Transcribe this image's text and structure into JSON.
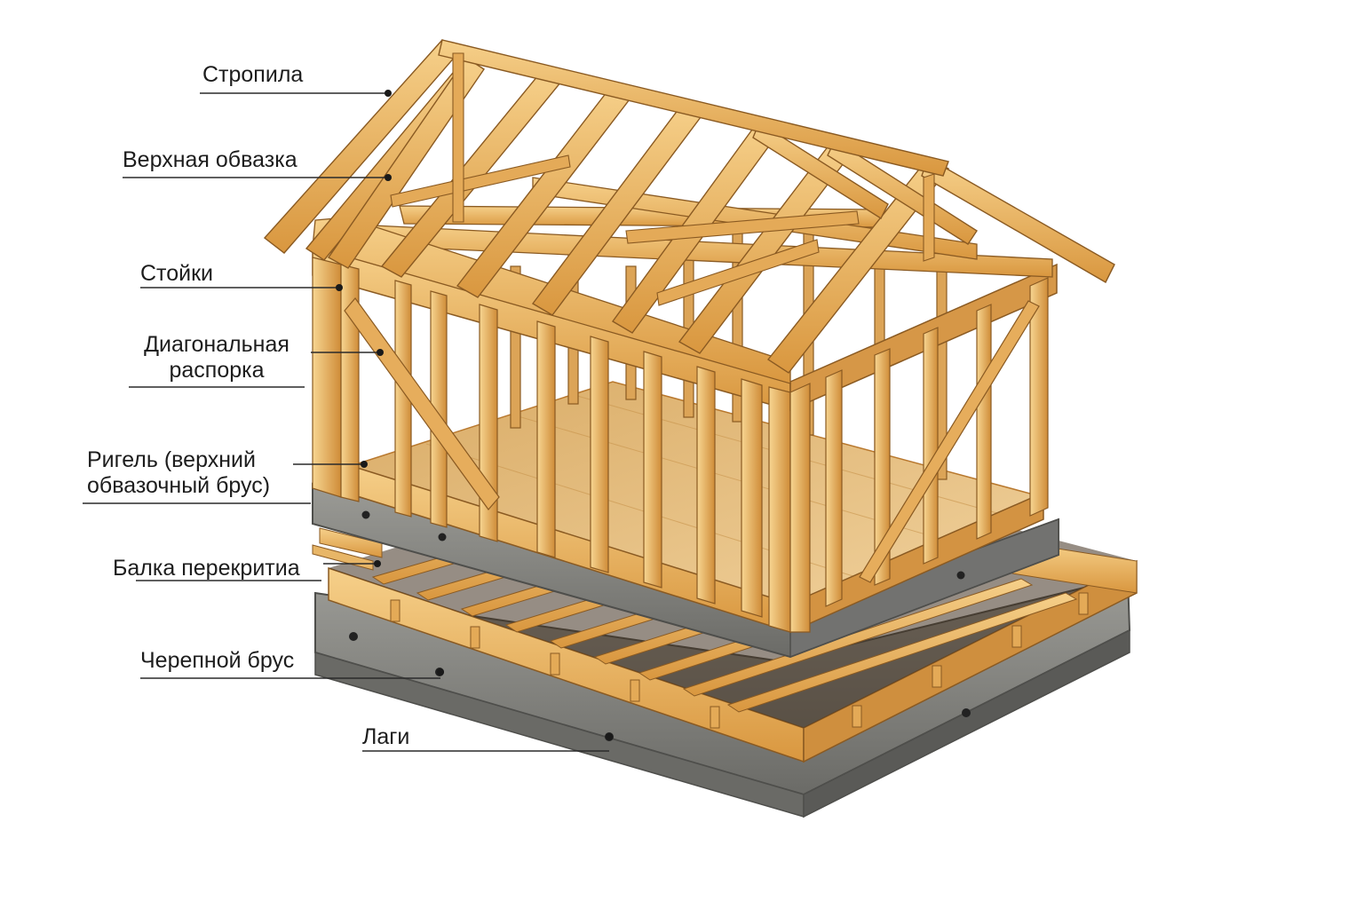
{
  "diagram": {
    "labels": {
      "rafters": "Стропила",
      "top_plate": "Верхная обвазка",
      "studs": "Стойки",
      "diagonal_line1": "Диагональная",
      "diagonal_line2": "распорка",
      "header_line1": "Ригель (верхний",
      "header_line2": "обвазочный брус)",
      "floor_beam": "Балка перекритиа",
      "ledger": "Черепной брус",
      "joists": "Лаги"
    },
    "colors": {
      "wood_light": "#f3c77a",
      "wood_mid": "#e0a552",
      "wood_dark": "#b8782e",
      "wood_edge": "#8a5a22",
      "concrete": "#8a8a86",
      "concrete_dark": "#5e5e5b",
      "floor": "#e9c48a",
      "leader": "#2a2a2a"
    }
  }
}
